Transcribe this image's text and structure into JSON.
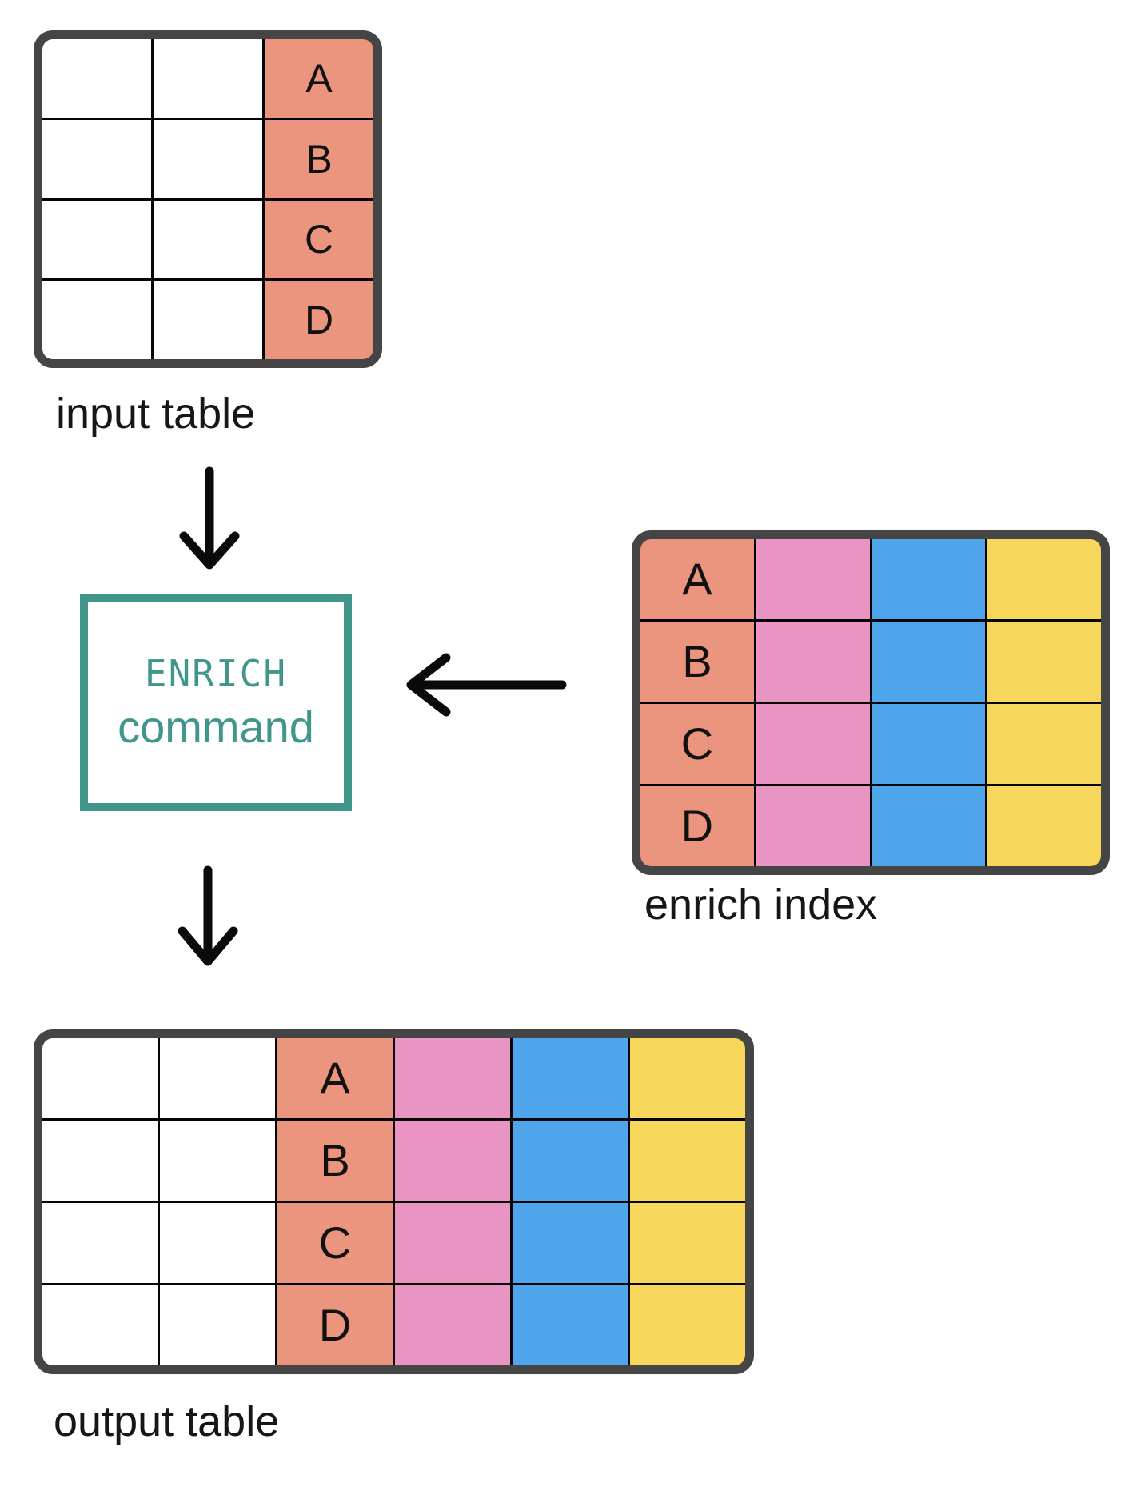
{
  "colors": {
    "background": "#FFFFFF",
    "white": "#FFFFFF",
    "salmon": "#EB947E",
    "pink": "#EA94C4",
    "blue": "#4FA5EC",
    "yellow": "#F6D75C",
    "teal": "#40968A",
    "border_dark": "#454545",
    "grid_line": "#050505",
    "arrow": "#0A0A0A",
    "label_text": "#161616"
  },
  "labels": {
    "input_table": "input table",
    "enrich_index": "enrich index",
    "output_table": "output table"
  },
  "enrich_box": {
    "line1": "ENRICH",
    "line2": "command"
  },
  "tables": {
    "input": {
      "rows": 4,
      "cols": 3,
      "key_column": 2,
      "keys": [
        "A",
        "B",
        "C",
        "D"
      ],
      "column_fills": [
        "white",
        "white",
        "salmon"
      ]
    },
    "enrich_index": {
      "rows": 4,
      "cols": 4,
      "key_column": 0,
      "keys": [
        "A",
        "B",
        "C",
        "D"
      ],
      "column_fills": [
        "salmon",
        "pink",
        "blue",
        "yellow"
      ]
    },
    "output": {
      "rows": 4,
      "cols": 6,
      "key_column": 2,
      "keys": [
        "A",
        "B",
        "C",
        "D"
      ],
      "column_fills": [
        "white",
        "white",
        "salmon",
        "pink",
        "blue",
        "yellow"
      ]
    }
  },
  "icons": {
    "down_arrow": "↓",
    "left_arrow": "←"
  }
}
